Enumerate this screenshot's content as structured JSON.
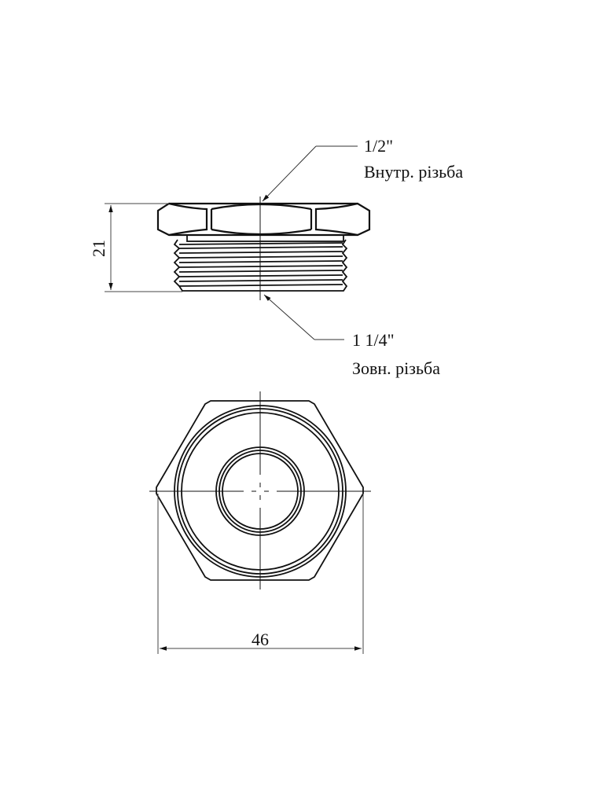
{
  "drawing": {
    "title": "Hex reducing bushing technical drawing",
    "side_view": {
      "height_dimension": "21",
      "inner_thread": {
        "size": "1/2\"",
        "label": "Внутр. різьба"
      },
      "outer_thread": {
        "size": "1 1/4\"",
        "label": "Зовн. різьба"
      }
    },
    "top_view": {
      "width_dimension": "46"
    },
    "colors": {
      "line": "#111111",
      "background": "#ffffff",
      "dim_line": "#444444"
    }
  }
}
